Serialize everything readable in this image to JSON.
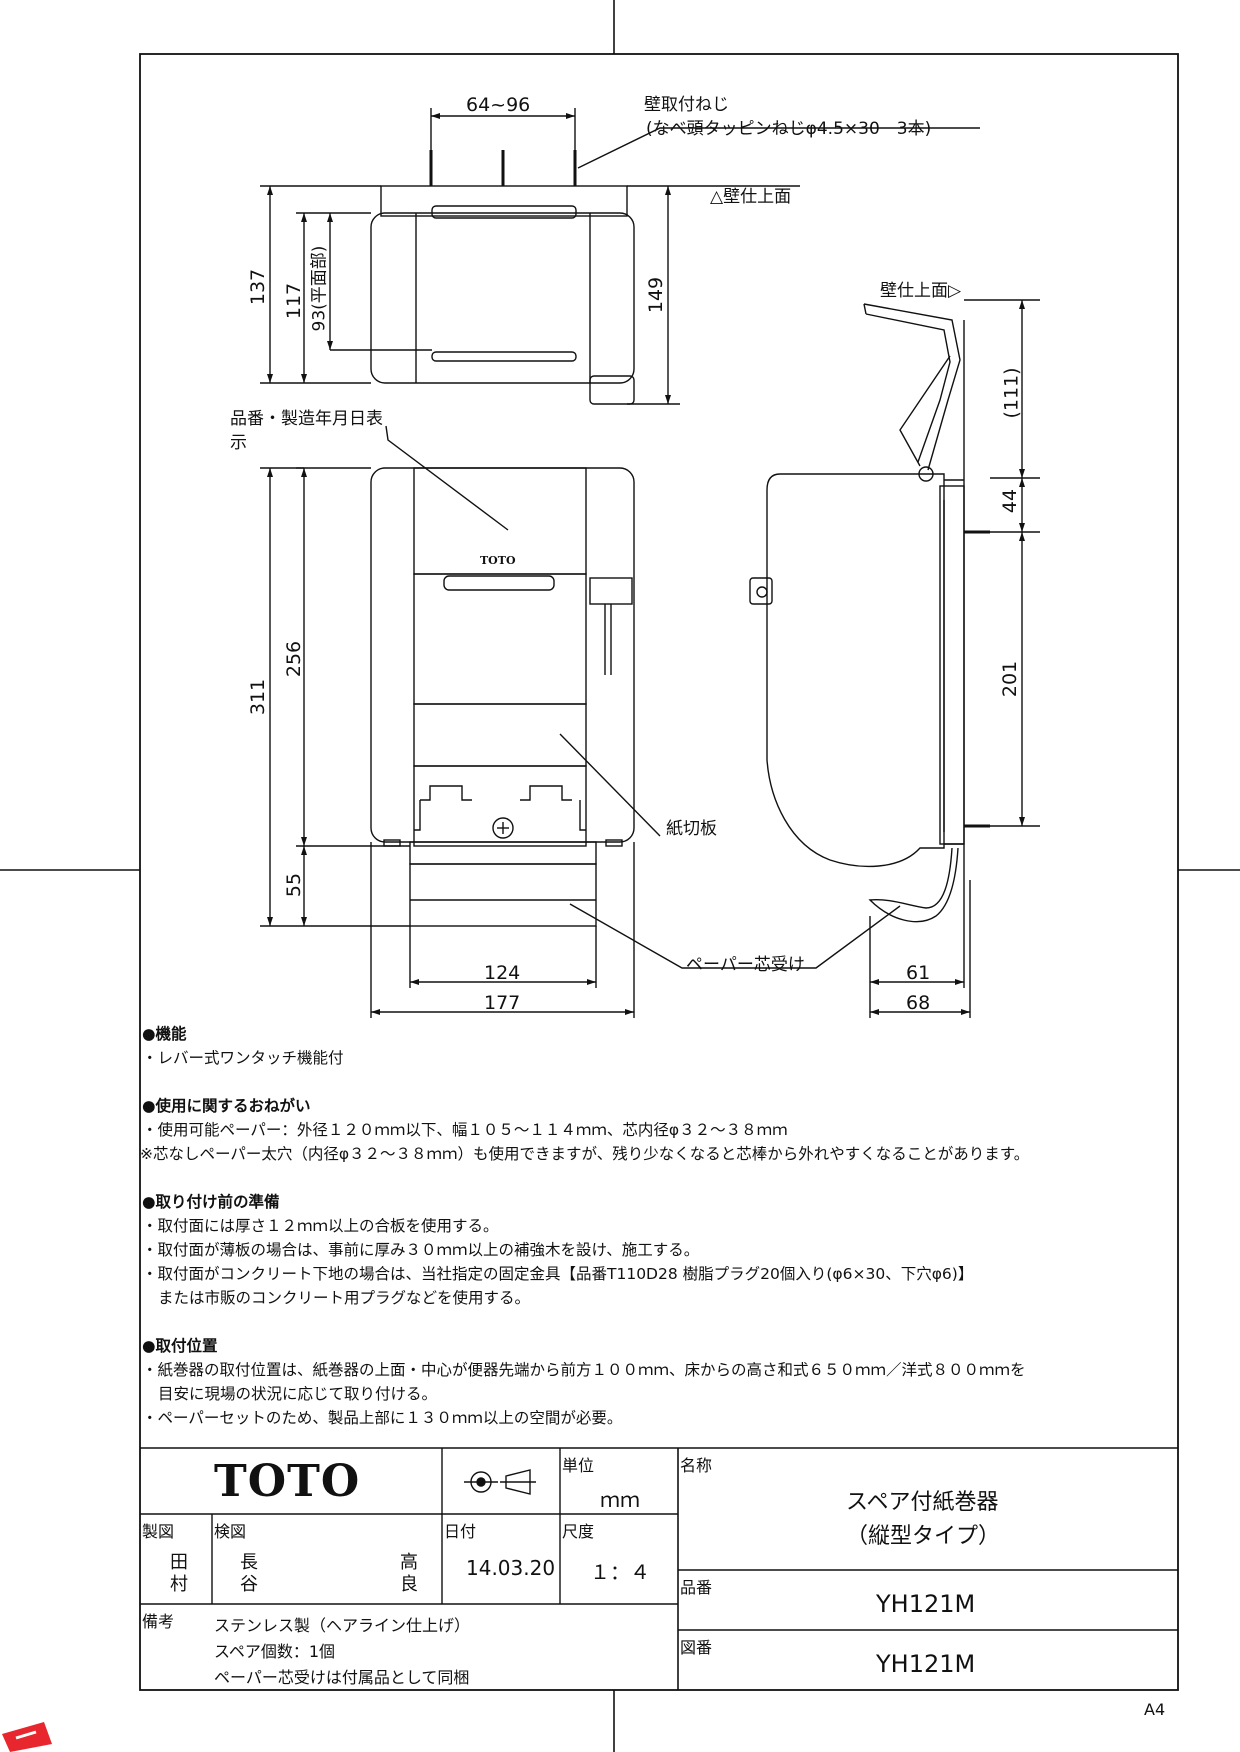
{
  "dimensions": {
    "d64_96": "64~96",
    "d137": "137",
    "d117": "117",
    "d93": "93(平面部)",
    "d149": "149",
    "d111": "(111)",
    "d44": "44",
    "d201": "201",
    "d311": "311",
    "d256": "256",
    "d55": "55",
    "d124": "124",
    "d177": "177",
    "d61": "61",
    "d68": "68"
  },
  "labels": {
    "screw_title": "壁取付ねじ",
    "screw_detail": "(なべ頭タッピンねじφ4.5×30　3本)",
    "wall_surface_top": "△壁仕上面",
    "wall_surface_side": "壁仕上面▷",
    "product_no_line1": "品番・製造年月日表",
    "product_no_line2": "示",
    "paper_cutter": "紙切板",
    "core_receiver": "ペーパー芯受け",
    "toto_small": "TOTO"
  },
  "notes": {
    "function_head": "●機能",
    "function_1": "・レバー式ワンタッチ機能付",
    "usage_head": "●使用に関するおねがい",
    "usage_1": "・使用可能ペーパー：外径１２０ｍｍ以下、幅１０５～１１４ｍｍ、芯内径φ３２～３８ｍｍ",
    "usage_2": "※芯なしペーパー太穴（内径φ３２～３８ｍｍ）も使用できますが、残り少なくなると芯棒から外れやすくなることがあります。",
    "prep_head": "●取り付け前の準備",
    "prep_1": "・取付面には厚さ１２ｍｍ以上の合板を使用する。",
    "prep_2": "・取付面が薄板の場合は、事前に厚み３０ｍｍ以上の補強木を設け、施工する。",
    "prep_3": "・取付面がコンクリート下地の場合は、当社指定の固定金具【品番T110D28 樹脂プラグ20個入り(φ6×30、下穴φ6)】",
    "prep_4": "または市販のコンクリート用プラグなどを使用する。",
    "pos_head": "●取付位置",
    "pos_1": "・紙巻器の取付位置は、紙巻器の上面・中心が便器先端から前方１００ｍｍ、床からの高さ和式６５０ｍｍ／洋式８００ｍｍを",
    "pos_2": "目安に現場の状況に応じて取り付ける。",
    "pos_3": "・ペーパーセットのため、製品上部に１３０ｍｍ以上の空間が必要。"
  },
  "title_block": {
    "brand": "TOTO",
    "unit_label": "単位",
    "unit_value": "ｍｍ",
    "name_label": "名称",
    "name_line1": "スペア付紙巻器",
    "name_line2": "（縦型タイプ）",
    "drawn_label": "製図",
    "drawn_by_1": "田",
    "drawn_by_2": "村",
    "checked_label": "検図",
    "checked_by_1": "長",
    "checked_by_2": "谷",
    "checked_by_3": "高",
    "checked_by_4": "良",
    "date_label": "日付",
    "date_value": "14.03.20",
    "scale_label": "尺度",
    "scale_value": "１：４",
    "part_no_label": "品番",
    "part_no": "YH121M",
    "drawing_no_label": "図番",
    "drawing_no": "YH121M",
    "remarks_label": "備考",
    "remarks_1": "ステンレス製（ヘアライン仕上げ）",
    "remarks_2": "スペア個数：1個",
    "remarks_3": "ペーパー芯受けは付属品として同梱",
    "paper_size": "A4"
  },
  "colors": {
    "line": "#111111",
    "logo_red": "#e8262d"
  }
}
